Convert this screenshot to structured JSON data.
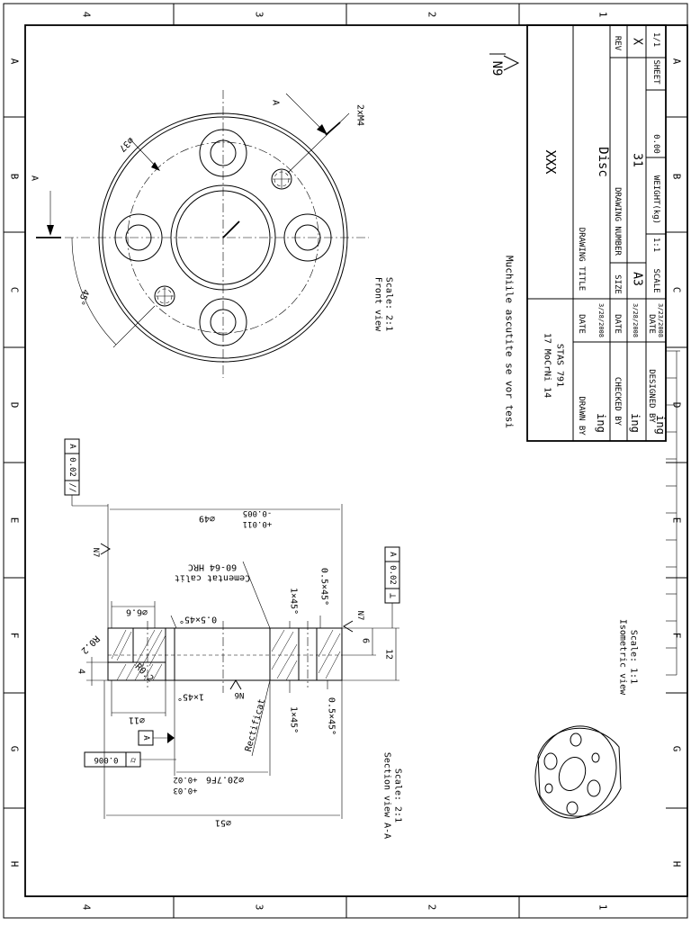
{
  "frame": {
    "cols_top": [
      "4",
      "3",
      "2",
      "1"
    ],
    "cols_bottom": [
      "4",
      "3",
      "2",
      "1"
    ],
    "rows": [
      "A",
      "B",
      "C",
      "D",
      "E",
      "F",
      "G",
      "H"
    ]
  },
  "title_block": {
    "company": "XXX",
    "drawing_title_label": "DRAWING TITLE",
    "drawing_title": "Disc",
    "size_label": "SIZE",
    "size": "A3",
    "drawing_number_label": "DRAWING NUMBER",
    "drawing_number": "31",
    "rev_label": "REV",
    "rev": "X",
    "scale_label": "SCALE",
    "scale": "1:1",
    "weight_label": "WEIGHT(kg)",
    "weight": "0.00",
    "sheet_label": "SHEET",
    "sheet": "1/1",
    "material_line1": "17 MoCrNi 14",
    "material_line2": "STAS 791",
    "drawn_by_label": "DRAWN BY",
    "drawn_by": "ing",
    "checked_by_label": "CHECKED BY",
    "checked_by": "ing",
    "designed_by_label": "DESIGNED BY",
    "designed_by": "ing",
    "date_label": "DATE",
    "date_drawn": "3/28/2008",
    "date_checked": "3/28/2008",
    "date_designed": "3/23/2008"
  },
  "notes": {
    "edges_note": "Muchiile ascutite se vor tesi",
    "roughness_general": "N9"
  },
  "front_view": {
    "label": "Front view",
    "scale": "Scale: 2:1",
    "dim_pcd": "⌀37",
    "dim_angle": "45°",
    "thread": "2xM4",
    "section_mark_a1": "A",
    "section_mark_a2": "A"
  },
  "section_view": {
    "label": "Section view A-A",
    "scale": "Scale: 2:1",
    "dim_d49": "⌀49",
    "tol_d49_upper": "+0.011",
    "tol_d49_lower": "-0.005",
    "dim_d51": "⌀51",
    "dim_d20": "⌀20.7F6",
    "tol_d20_upper": "+0.03",
    "tol_d20_lower": "+0.02",
    "dim_d6_6": "⌀6.6",
    "dim_d11": "⌀11",
    "chamfer_05_a": "0.5×45°",
    "chamfer_05_b": "0.5×45°",
    "chamfer_05_c": "0.5×45°",
    "chamfer_1_a": "1×45°",
    "chamfer_1_b": "1×45°",
    "chamfer_1_c": "1×45°",
    "radius_a": "R0.2",
    "radius_b": "R0.2",
    "dim_4": "4",
    "dim_6": "6",
    "dim_12": "12",
    "rough_n7_a": "N7",
    "rough_n7_b": "N7",
    "rough_n6": "N6",
    "hardening": "Cementat calit",
    "hardness": "60-64 HRC",
    "grinding": "Rectificat",
    "gdt_parallel_sym": "//",
    "gdt_parallel_tol": "0.02",
    "gdt_parallel_ref": "A",
    "gdt_perp_sym": "⊥",
    "gdt_perp_tol": "0.02",
    "gdt_perp_ref": "A",
    "gdt_cyl_sym": "⌭",
    "gdt_cyl_tol": "0.006",
    "datum": "A"
  },
  "iso_view": {
    "label": "Isometric view",
    "scale": "Scale: 1:1"
  }
}
